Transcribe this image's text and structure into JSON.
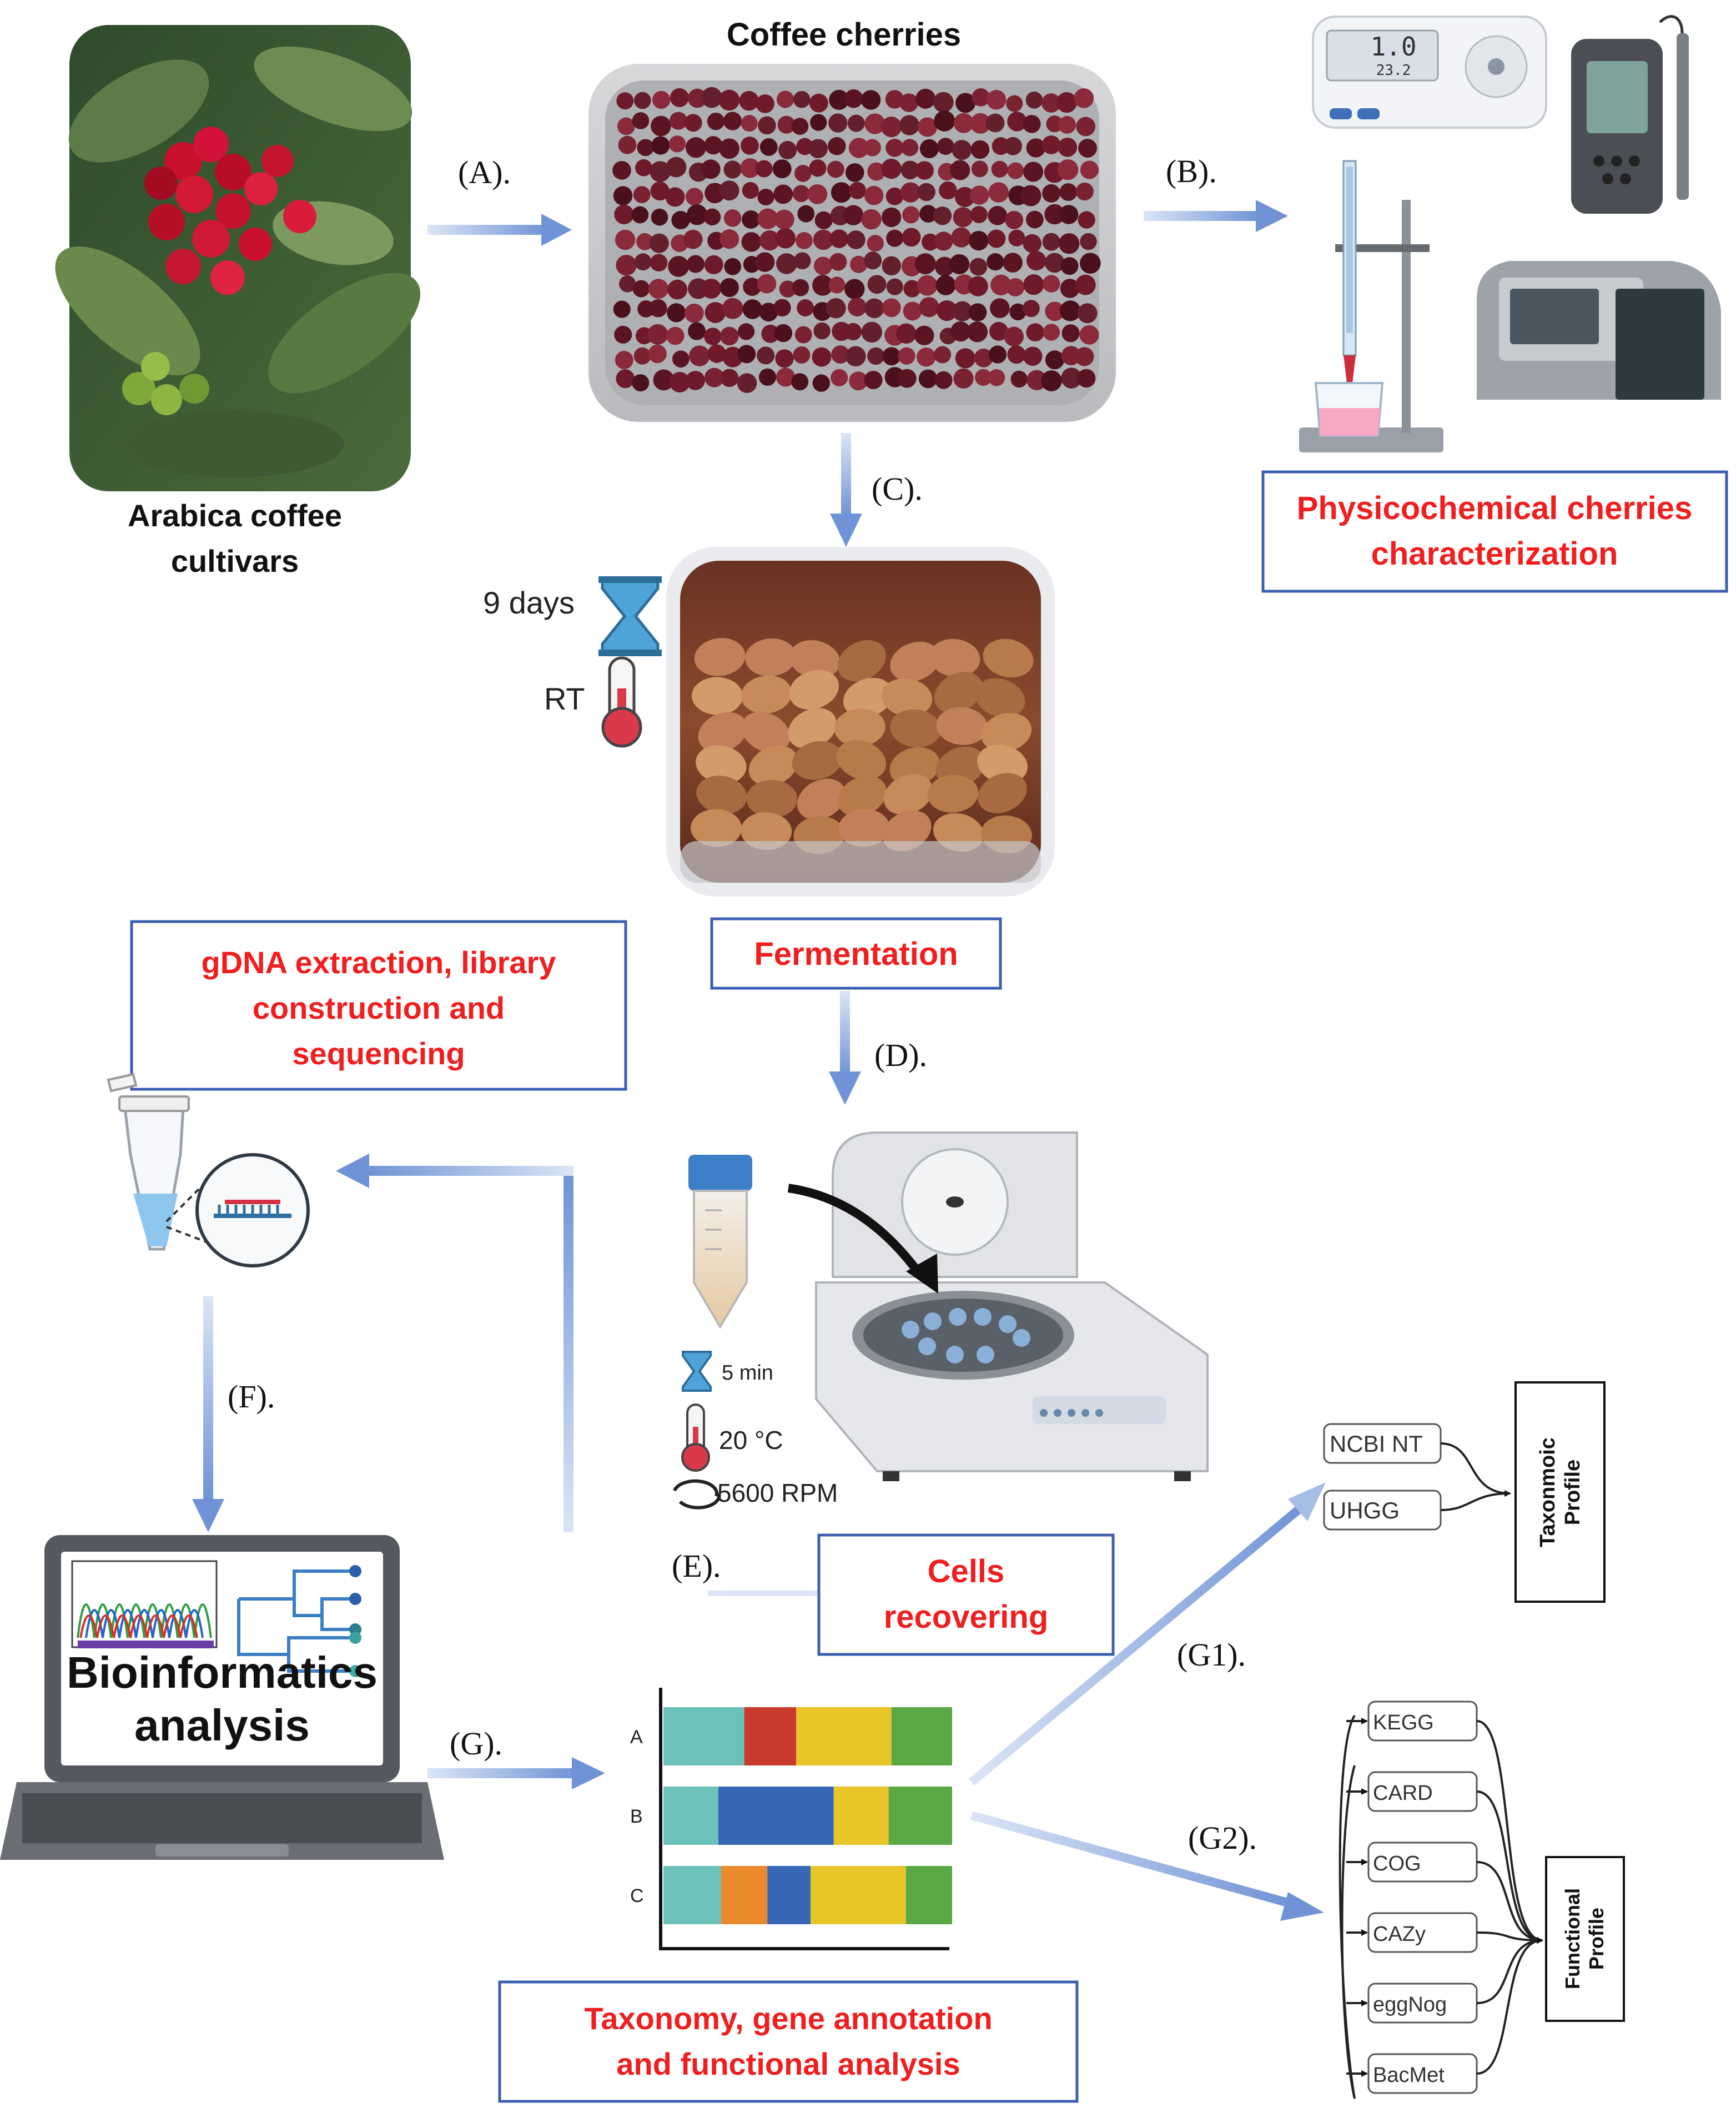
{
  "labels": {
    "coffee_cherries": "Coffee cherries",
    "arabica_line1": "Arabica coffee",
    "arabica_line2": "cultivars",
    "physico_line1": "Physicochemical cherries",
    "physico_line2": "characterization",
    "fermentation": "Fermentation",
    "gdna_line1": "gDNA extraction, library",
    "gdna_line2": "construction and",
    "gdna_line3": "sequencing",
    "cells_line1": "Cells",
    "cells_line2": "recovering",
    "taxonomy_line1": "Taxonomy, gene annotation",
    "taxonomy_line2": "and functional analysis",
    "bio_line1": "Bioinformatics",
    "bio_line2": "analysis"
  },
  "steps": {
    "a": "(A).",
    "b": "(B).",
    "c": "(C).",
    "d": "(D).",
    "e": "(E).",
    "f": "(F).",
    "g": "(G).",
    "g1": "(G1).",
    "g2": "(G2)."
  },
  "fermentation_conditions": {
    "time": "9 days",
    "temp": "RT"
  },
  "centrifuge_conditions": {
    "time": "5 min",
    "temp": "20 °C",
    "speed": "5600 RPM"
  },
  "meter_display": {
    "main": "1.0",
    "sub": "23.2"
  },
  "taxonomic": {
    "databases": [
      "NCBI NT",
      "UHGG"
    ],
    "profile_line1": "Taxonmoic",
    "profile_line2": "Profile"
  },
  "functional": {
    "databases": [
      "KEGG",
      "CARD",
      "COG",
      "CAZy",
      "eggNog",
      "BacMet"
    ],
    "profile_line1": "Functional",
    "profile_line2": "Profile"
  },
  "bar_chart": {
    "rows": [
      {
        "label": "A",
        "segments": [
          {
            "value": 0.28,
            "color": "#6cc2b8"
          },
          {
            "value": 0.18,
            "color": "#c8392e"
          },
          {
            "value": 0.33,
            "color": "#e8c62a"
          },
          {
            "value": 0.21,
            "color": "#5aa845"
          }
        ]
      },
      {
        "label": "B",
        "segments": [
          {
            "value": 0.19,
            "color": "#6cc2b8"
          },
          {
            "value": 0.4,
            "color": "#3766b4"
          },
          {
            "value": 0.19,
            "color": "#e8c62a"
          },
          {
            "value": 0.22,
            "color": "#5aa845"
          }
        ]
      },
      {
        "label": "C",
        "segments": [
          {
            "value": 0.2,
            "color": "#6cc2b8"
          },
          {
            "value": 0.16,
            "color": "#ea8a2c"
          },
          {
            "value": 0.15,
            "color": "#3766b4"
          },
          {
            "value": 0.33,
            "color": "#e8c62a"
          },
          {
            "value": 0.16,
            "color": "#5aa845"
          }
        ]
      }
    ]
  }
}
